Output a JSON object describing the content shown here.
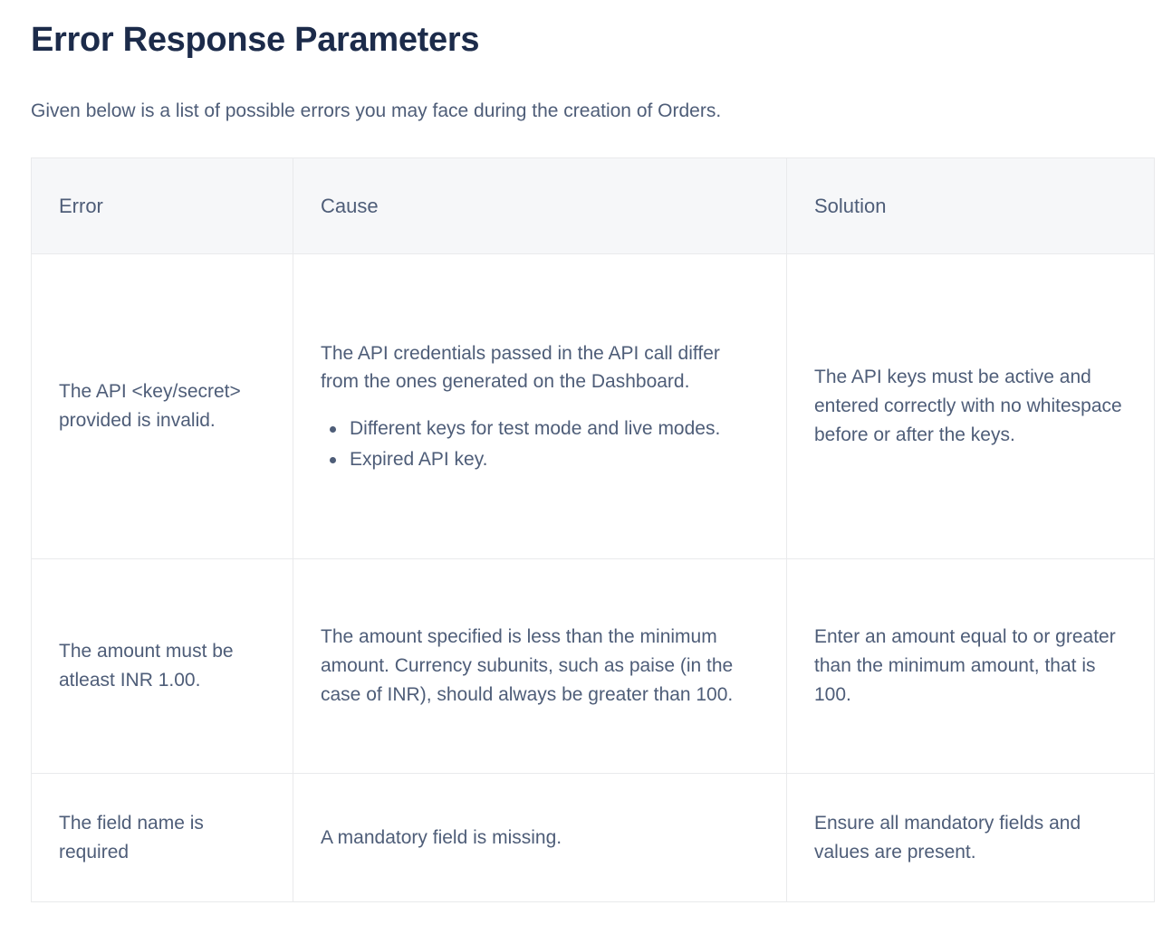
{
  "page": {
    "title": "Error Response Parameters",
    "intro": "Given below is a list of possible errors you may face during the creation of Orders."
  },
  "colors": {
    "title": "#1c2b4a",
    "body_text": "#4e5d78",
    "header_bg": "#f6f7f9",
    "border": "#e9eaec",
    "page_bg": "#ffffff"
  },
  "table": {
    "columns": [
      {
        "key": "error",
        "label": "Error"
      },
      {
        "key": "cause",
        "label": "Cause"
      },
      {
        "key": "solution",
        "label": "Solution"
      }
    ],
    "rows": [
      {
        "error": "The API <key/secret> provided is invalid.",
        "cause_paragraph": "The API credentials passed in the API call differ from the ones generated on the Dashboard.",
        "cause_bullets": [
          "Different keys for test mode and live modes.",
          "Expired API key."
        ],
        "solution": "The API keys must be active and entered correctly with no whitespace before or after the keys."
      },
      {
        "error": "The amount must be atleast INR 1.00.",
        "cause_paragraph": "The amount specified is less than the minimum amount. Currency subunits, such as paise (in the case of INR), should always be greater than 100.",
        "cause_bullets": [],
        "solution": "Enter an amount equal to or greater than the minimum amount, that is 100."
      },
      {
        "error": "The field name is required",
        "cause_paragraph": "A mandatory field is missing.",
        "cause_bullets": [],
        "solution": "Ensure all mandatory fields and values are present."
      }
    ]
  }
}
